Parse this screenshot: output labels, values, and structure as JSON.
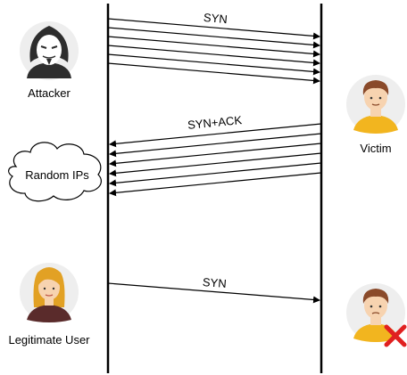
{
  "actors": {
    "attacker": {
      "label": "Attacker",
      "icon": "anonymous-mask-avatar"
    },
    "random_ips": {
      "label": "Random IPs",
      "icon": "cloud"
    },
    "victim": {
      "label": "Victim",
      "icon": "man-avatar"
    },
    "legit_user": {
      "label": "Legitimate User",
      "icon": "woman-avatar"
    },
    "victim_unavailable": {
      "icon": "man-avatar-with-red-x"
    }
  },
  "messages": {
    "syn_flood": {
      "label": "SYN",
      "count": 6,
      "direction": "attacker-to-victim"
    },
    "syn_ack": {
      "label": "SYN+ACK",
      "count": 6,
      "direction": "victim-to-random-ips"
    },
    "legit_syn": {
      "label": "SYN",
      "count": 1,
      "direction": "legit-user-to-victim"
    }
  },
  "colors": {
    "line": "#000000",
    "skin": "#f7d3b0",
    "hair_man": "#8a4a2a",
    "shirt_man": "#f2b51f",
    "hair_woman": "#e2a124",
    "shirt_woman": "#5a2b2b",
    "mask_bg": "#2d2d2d",
    "avatar_bg": "#eeeeee",
    "red_x": "#e02020"
  }
}
